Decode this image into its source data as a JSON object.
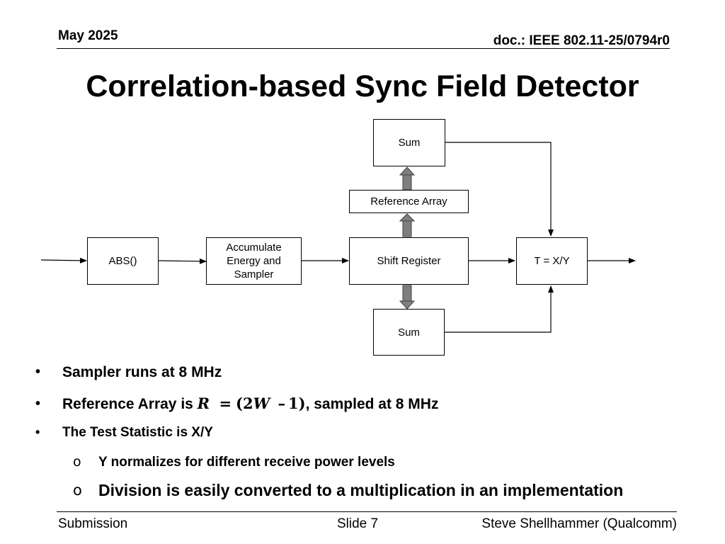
{
  "header": {
    "date": "May 2025",
    "doc_id": "doc.: IEEE 802.11-25/0794r0"
  },
  "title": "Correlation-based Sync Field Detector",
  "diagram": {
    "sum_top": "Sum",
    "reference_array": "Reference Array",
    "abs": "ABS()",
    "accumulate": "Accumulate Energy and Sampler",
    "shift_register": "Shift Register",
    "ratio": "T = X/Y",
    "sum_bottom": "Sum"
  },
  "bullets": {
    "b1": "Sampler runs at 8 MHz",
    "b2_prefix": "Reference Array is",
    "b2_math_r": "R",
    "b2_math_eq": "=",
    "b2_math_open": "(2",
    "b2_math_w": "W",
    "b2_math_minus": "–",
    "b2_math_close": "1)",
    "b2_suffix": ", sampled at 8 MHz",
    "b3": "The Test Statistic is X/Y",
    "s1": "Y normalizes for different receive power levels",
    "s2": "Division is easily converted to a multiplication in an implementation",
    "bullet_mark": "•",
    "sub_mark": "o"
  },
  "footer": {
    "left": "Submission",
    "center": "Slide 7",
    "right": "Steve Shellhammer (Qualcomm)"
  }
}
